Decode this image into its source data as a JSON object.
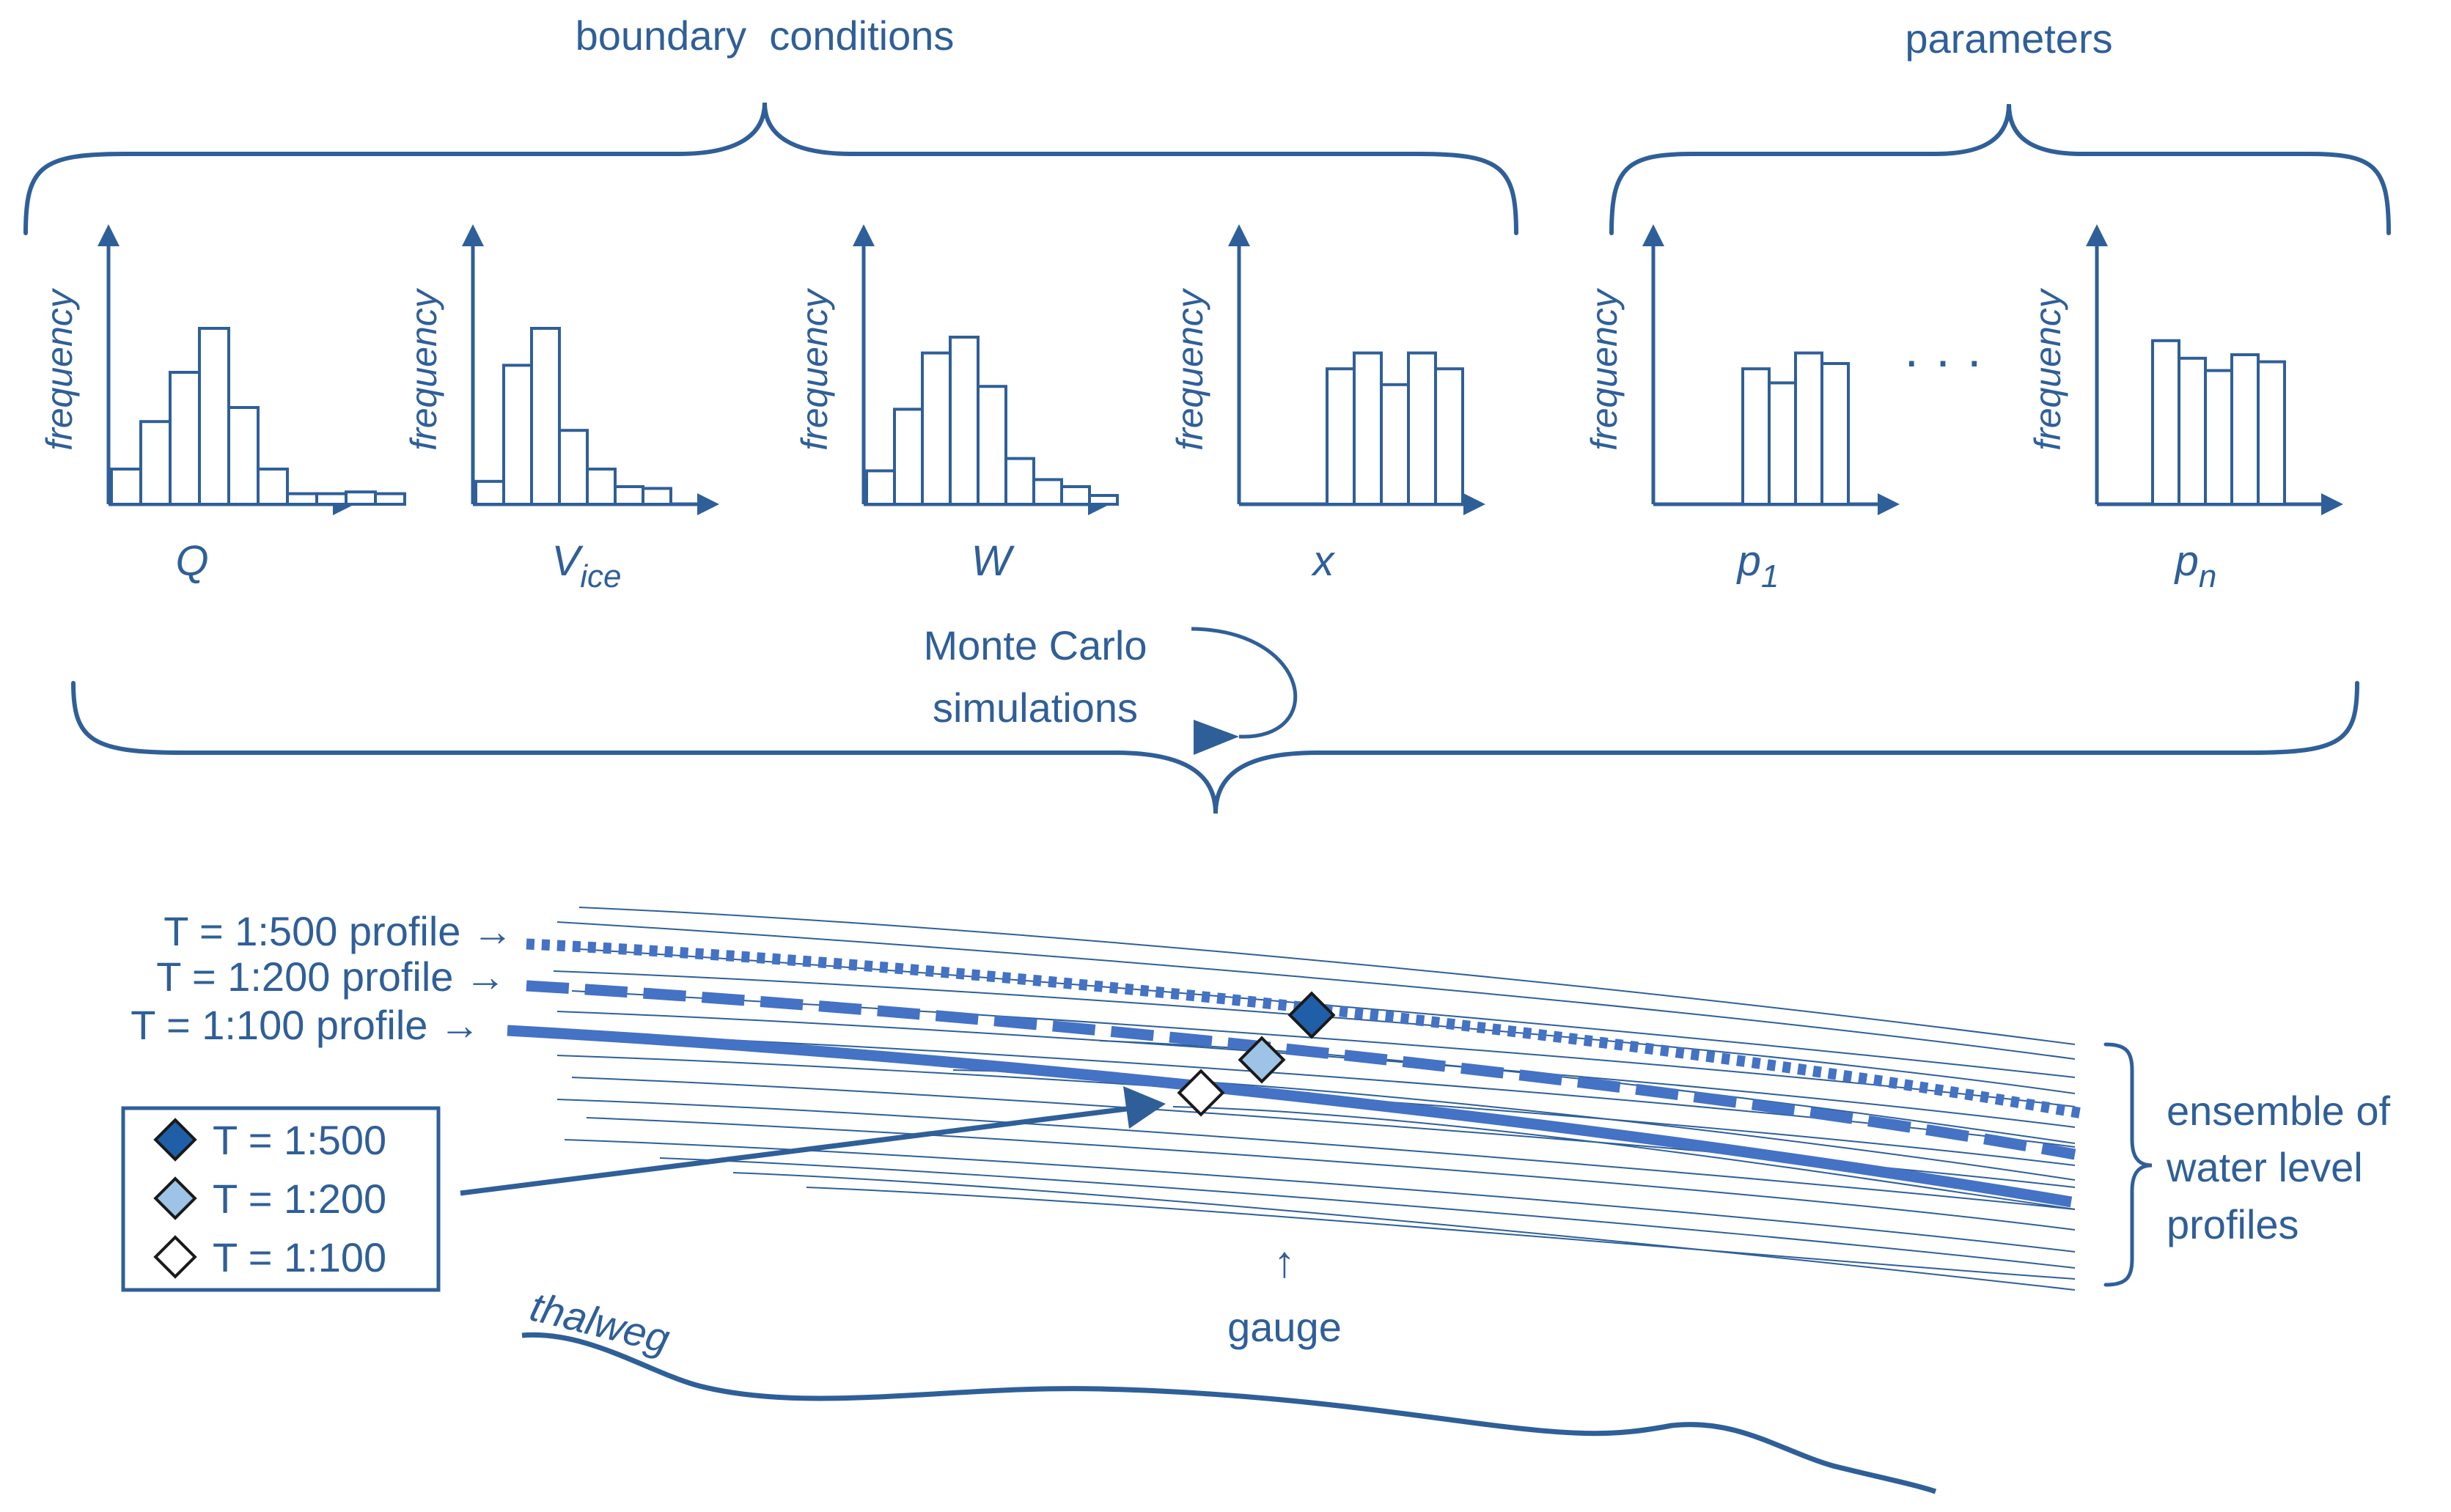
{
  "colors": {
    "primary": "#2f5f98",
    "profile": "#4472c4",
    "dark_marker": "#1f5fa8",
    "light_marker": "#9dc3e6",
    "white_marker": "#ffffff"
  },
  "headings": {
    "boundary_conditions": "boundary  conditions",
    "parameters": "parameters"
  },
  "histograms": {
    "y_label": "frequency",
    "dots": "· · ·",
    "items": [
      {
        "id": "Q",
        "base": "Q",
        "sub": "",
        "values": [
          0.2,
          0.47,
          0.75,
          1.0,
          0.55,
          0.2,
          0.06,
          0.06,
          0.07,
          0.06
        ]
      },
      {
        "id": "Vice",
        "base": "V",
        "sub": "ice",
        "values": [
          0.13,
          0.79,
          1.0,
          0.42,
          0.2,
          0.1,
          0.09
        ]
      },
      {
        "id": "W",
        "base": "W",
        "sub": "",
        "values": [
          0.19,
          0.54,
          0.86,
          0.95,
          0.67,
          0.26,
          0.14,
          0.1,
          0.05
        ]
      },
      {
        "id": "x",
        "base": "x",
        "sub": "",
        "values": [
          0.77,
          0.86,
          0.68,
          0.86,
          0.77
        ]
      },
      {
        "id": "p1",
        "base": "p",
        "sub": "1",
        "values": [
          0.77,
          0.69,
          0.86,
          0.8
        ]
      },
      {
        "id": "pn",
        "base": "p",
        "sub": "n",
        "values": [
          0.93,
          0.83,
          0.76,
          0.85,
          0.81
        ]
      }
    ]
  },
  "monte_carlo": {
    "line1": "Monte Carlo",
    "line2": "simulations"
  },
  "profiles": {
    "t500_label": "T = 1:500 profile →",
    "t200_label": "T = 1:200 profile →",
    "t100_label": "T = 1:100 profile →"
  },
  "legend": {
    "items": [
      {
        "label": "T = 1:500",
        "marker": "dark"
      },
      {
        "label": "T = 1:200",
        "marker": "light"
      },
      {
        "label": "T = 1:100",
        "marker": "white"
      }
    ]
  },
  "ensemble_label": {
    "line1": "ensemble of",
    "line2": "water level",
    "line3": "profiles"
  },
  "gauge": {
    "arrow": "↑",
    "label": "gauge"
  },
  "thalweg_label": "thalweg"
}
